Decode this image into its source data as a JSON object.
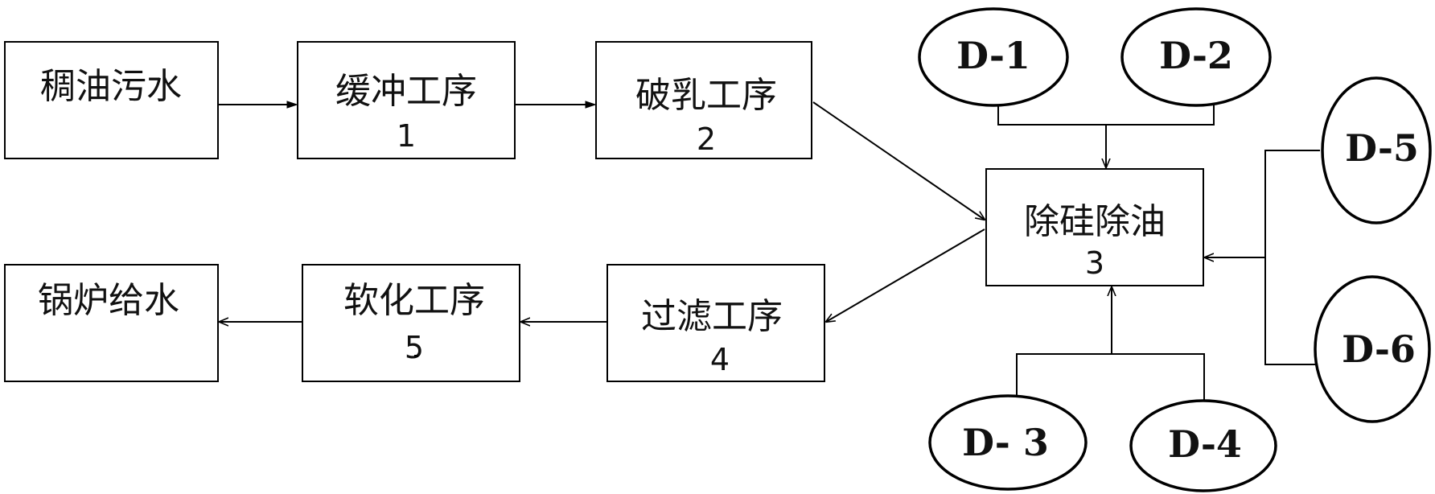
{
  "diagram": {
    "boxes": {
      "source": {
        "label": "稠油污水"
      },
      "buffer": {
        "label": "缓冲工序",
        "number": "1"
      },
      "demulsify": {
        "label": "破乳工序",
        "number": "2"
      },
      "desilica": {
        "label": "除硅除油",
        "number": "3"
      },
      "filter": {
        "label": "过滤工序",
        "number": "4"
      },
      "soften": {
        "label": "软化工序",
        "number": "5"
      },
      "output": {
        "label": "锅炉给水"
      }
    },
    "agents": {
      "d1": "D-1",
      "d2": "D-2",
      "d3": "D- 3",
      "d4": "D-4",
      "d5": "D-5",
      "d6": "D-6"
    },
    "colors": {
      "stroke": "#000000",
      "background": "#ffffff"
    }
  }
}
